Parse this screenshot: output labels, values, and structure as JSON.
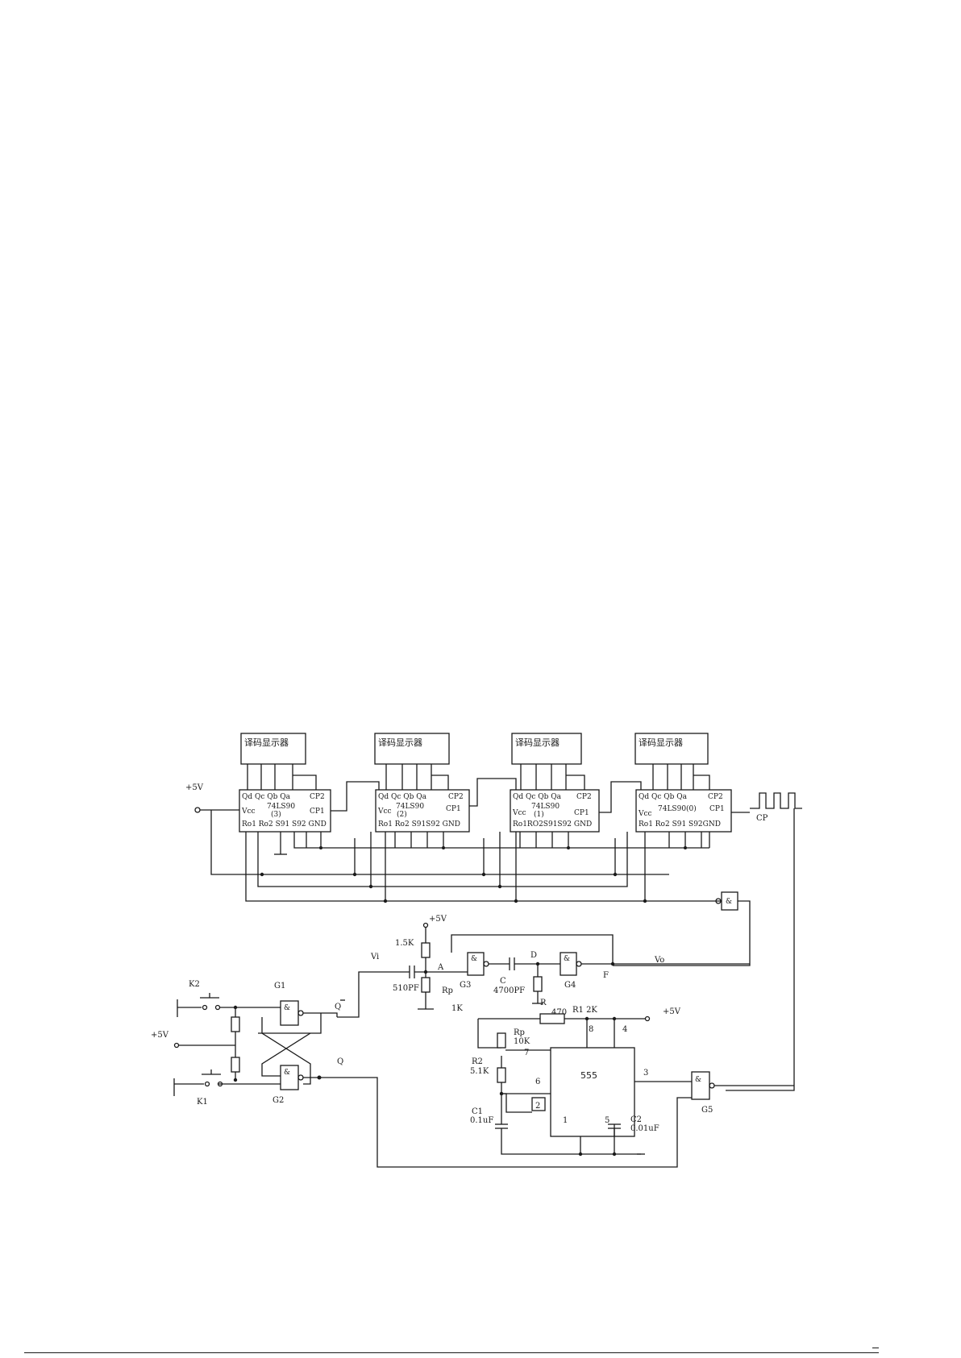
{
  "decoder_label": "译码显示器",
  "counters": [
    {
      "pins_top": "Qd Qc Qb Qa",
      "cp2": "CP2",
      "chip": "74LS90",
      "index": "(3)",
      "vcc": "Vcc",
      "cp1": "CP1",
      "bottom": "Ro1 Ro2 S91 S92 GND"
    },
    {
      "pins_top": "Qd Qc Qb Qa",
      "cp2": "CP2",
      "chip": "74LS90",
      "index": "(2)",
      "vcc": "Vcc",
      "cp1": "CP1",
      "bottom": "Ro1 Ro2 S91S92 GND"
    },
    {
      "pins_top": "Qd Qc Qb Qa",
      "cp2": "CP2",
      "chip": "74LS90",
      "index": "(1)",
      "vcc": "Vcc",
      "cp1": "CP1",
      "bottom": "Ro1RO2S91S92 GND"
    },
    {
      "pins_top": "Qd Qc Qb Qa",
      "cp2": "CP2",
      "chip": "74LS90(0)",
      "index": "",
      "vcc": "Vcc",
      "cp1": "CP1",
      "bottom": "Ro1 Ro2 S91 S92GND"
    }
  ],
  "labels": {
    "vplus_left": "+5V",
    "cp": "CP",
    "vplus_mid": "+5V",
    "r_15k": "1.5K",
    "vi": "Vi",
    "node_a": "A",
    "c_510": "510PF",
    "rp": "Rp",
    "r_1k": "1K",
    "g3": "G3",
    "cap_c": "C",
    "c_4700": "4700PF",
    "node_d": "D",
    "r_label": "R",
    "r_470": "470",
    "g4": "G4",
    "node_f": "F",
    "vo": "Vo",
    "k2": "K2",
    "g1": "G1",
    "q_bar": "Q",
    "vplus_sw": "+5V",
    "q": "Q",
    "k1": "K1",
    "g2": "G2",
    "r1": "R1 2K",
    "vplus_555": "+5V",
    "rp2": "Rp",
    "rp2_val": "10K",
    "pin7": "7",
    "pin8": "8",
    "pin4": "4",
    "pin3": "3",
    "pin6": "6",
    "pin2": "2",
    "pin1": "1",
    "pin5": "5",
    "r2": "R2",
    "r2_val": "5.1K",
    "c1": "C1",
    "c1_val": "0.1uF",
    "c2": "C2",
    "c2_val": "0.01uF",
    "ic555": "555",
    "g5": "G5",
    "and_sym": "&"
  }
}
